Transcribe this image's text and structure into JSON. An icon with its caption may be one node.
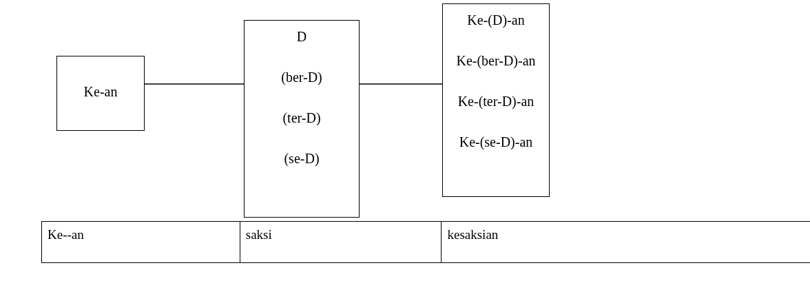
{
  "diagram": {
    "nodes": [
      {
        "text": [
          "Ke-an"
        ]
      },
      {
        "text": [
          "D",
          "(ber-D)",
          "(ter-D)",
          "(se-D)"
        ]
      },
      {
        "text": [
          "Ke-(D)-an",
          "Ke-(ber-D)-an",
          "Ke-(ter-D)-an",
          "Ke-(se-D)-an"
        ]
      }
    ],
    "edges": [
      {
        "from": 0,
        "to": 1,
        "arrow": "none"
      },
      {
        "from": 1,
        "to": 2,
        "arrow": "none"
      }
    ],
    "labels": [
      "Ke--an",
      "saksi",
      "kesaksian"
    ]
  }
}
